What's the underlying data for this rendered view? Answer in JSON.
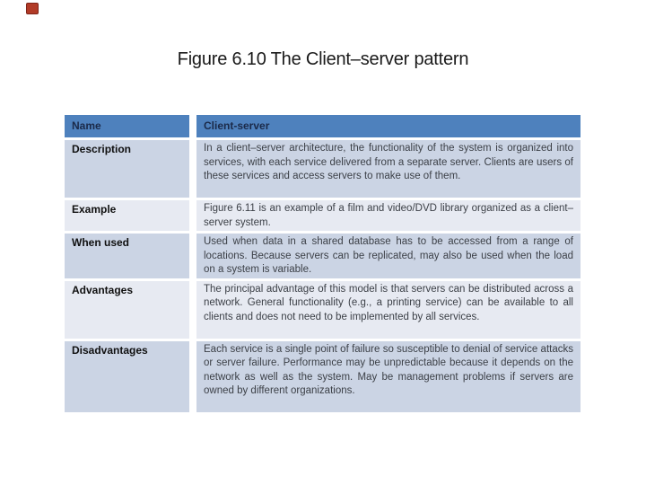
{
  "slide": {
    "title": "Figure 6.10 The Client–server pattern",
    "background_color": "#ffffff"
  },
  "corner_icon": {
    "name": "presentation-file-icon",
    "color": "#b23b27"
  },
  "table": {
    "colors": {
      "header_bg": "#4e81bd",
      "header_text": "#1b2a49",
      "band_dark": "#cbd4e4",
      "band_light": "#e7eaf2",
      "body_text": "#3c4047"
    },
    "header": {
      "name_label": "Name",
      "value_label": "Client-server"
    },
    "rows": [
      {
        "label": "Description",
        "text": "In a client–server architecture, the functionality of the system is organized into services, with each service delivered from a separate server. Clients are users of these services and access servers to make use of them."
      },
      {
        "label": "Example",
        "text": "Figure 6.11 is an example of a film and video/DVD library organized as a client–server system."
      },
      {
        "label": "When used",
        "text": "Used when data in a shared database has to be accessed from a range of locations. Because servers can be replicated, may also be used when the load on a system is variable."
      },
      {
        "label": "Advantages",
        "text": "The principal advantage of this model is that servers can be distributed across a network. General functionality (e.g., a printing service) can be available to all clients and does not need to be implemented by all services."
      },
      {
        "label": "Disadvantages",
        "text": "Each service is a single point of failure so susceptible to denial of service attacks or server failure. Performance may be unpredictable because it depends on the network as well as the system. May be management problems if servers are owned by different organizations."
      }
    ]
  }
}
